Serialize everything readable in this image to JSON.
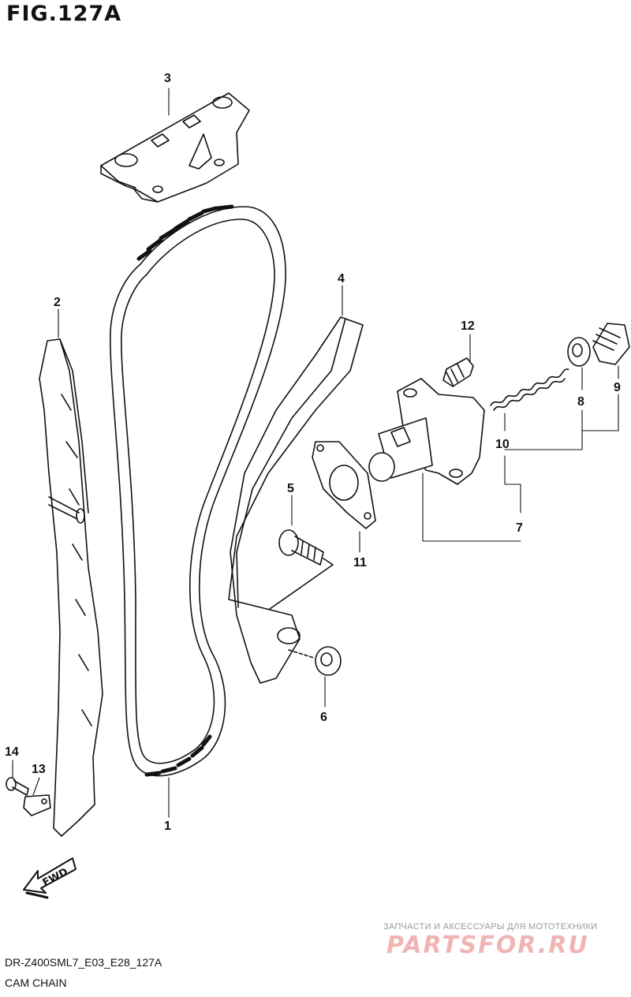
{
  "figure": {
    "title": "FIG.127A",
    "code": "DR-Z400SML7_E03_E28_127A",
    "name": "CAM CHAIN"
  },
  "callouts": {
    "c1": "1",
    "c2": "2",
    "c3": "3",
    "c4": "4",
    "c5": "5",
    "c6": "6",
    "c7": "7",
    "c8": "8",
    "c9": "9",
    "c10": "10",
    "c11": "11",
    "c12": "12",
    "c13": "13",
    "c14": "14"
  },
  "direction_marker": {
    "label": "FWD"
  },
  "watermark": {
    "tagline": "ЗАПЧАСТИ И АКСЕССУАРЫ ДЛЯ МОТОТЕХНИКИ",
    "logo": "PARTSFOR.RU"
  }
}
